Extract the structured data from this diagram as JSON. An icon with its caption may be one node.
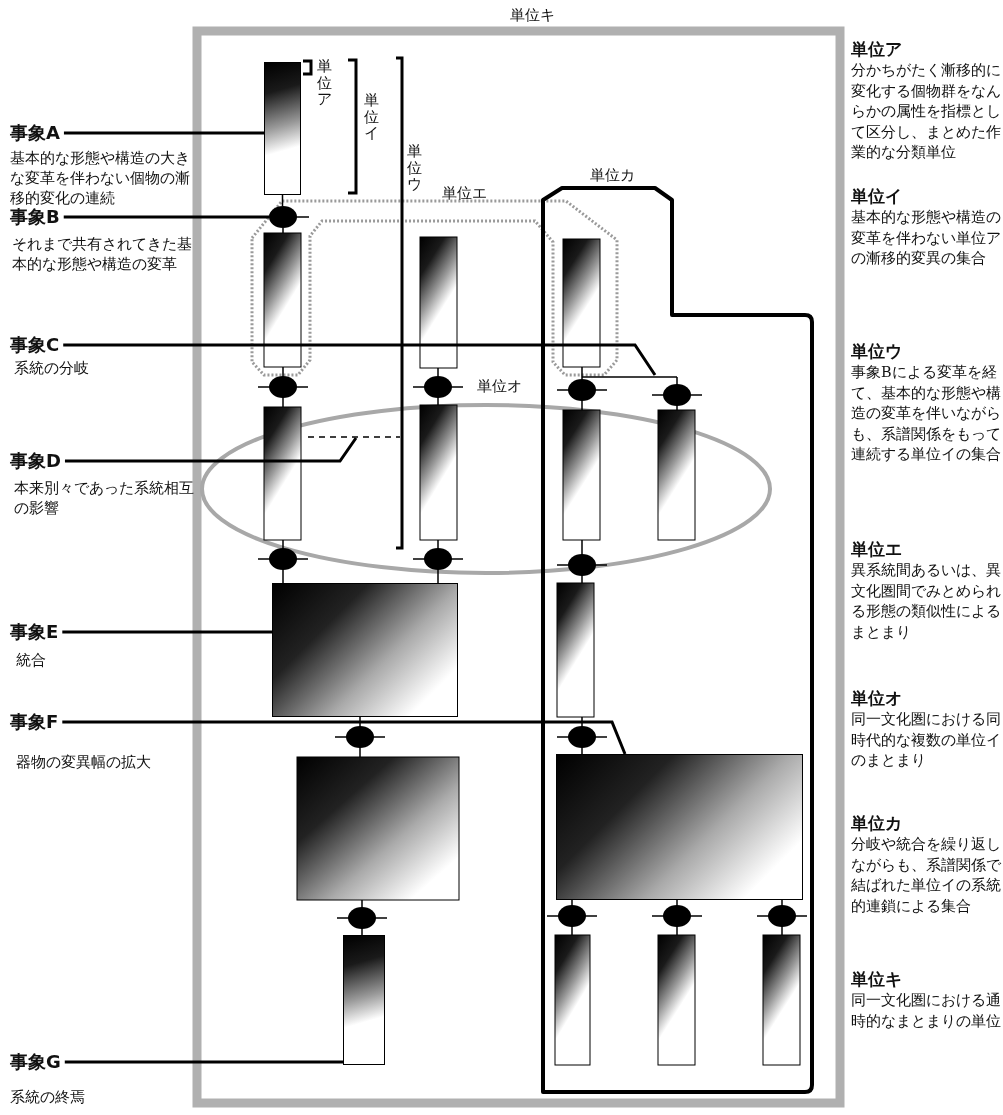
{
  "diagram": {
    "nodes": [
      {
        "text": [
          "事象A"
        ],
        "beside": [
          "基本的な形態や構造の大きな変革を伴わない個物の漸移的変化の連続"
        ]
      },
      {
        "text": [
          "事象B"
        ],
        "beside": [
          "それまで共有されてきた基本的な形態や構造の変革"
        ]
      },
      {
        "text": [
          "事象C"
        ],
        "beside": [
          "系統の分岐"
        ]
      },
      {
        "text": [
          "事象D"
        ],
        "beside": [
          "本来別々であった系統相互の影響"
        ]
      },
      {
        "text": [
          "事象E"
        ],
        "beside": [
          "統合"
        ]
      },
      {
        "text": [
          "事象F"
        ],
        "beside": [
          "器物の変異幅の拡大"
        ]
      },
      {
        "text": [
          "事象G"
        ],
        "beside": [
          "系統の終焉"
        ]
      },
      {
        "text": [],
        "shape": "bar"
      },
      {
        "text": [],
        "shape": "ellipse"
      },
      {
        "text": [],
        "shape": "box"
      },
      {
        "text": [],
        "shape": "box"
      },
      {
        "text": [],
        "shape": "bar"
      }
    ],
    "edges": [
      {
        "from": 0,
        "to": 7,
        "arrow": "none"
      },
      {
        "from": 1,
        "to": 8,
        "arrow": "none"
      },
      {
        "from": 2,
        "to": null,
        "arrow": "none"
      },
      {
        "from": 3,
        "to": null,
        "arrow": "none"
      },
      {
        "from": 4,
        "to": 9,
        "arrow": "none"
      },
      {
        "from": 5,
        "to": 10,
        "arrow": "none"
      },
      {
        "from": 6,
        "to": 11,
        "arrow": "none"
      },
      {
        "from": 7,
        "to": 8,
        "arrow": "none"
      }
    ],
    "labels": [
      "単位キ",
      "単位ア",
      "単位イ",
      "単位ウ",
      "単位エ",
      "単位カ",
      "単位オ",
      "単位ア",
      "分かちがたく漸移的に変化する個物群をなんらかの属性を指標として区分し、まとめた作業的な分類単位",
      "単位イ",
      "基本的な形態や構造の変革を伴わない単位アの漸移的変異の集合",
      "単位ウ",
      "事象Bによる変革を経て、基本的な形態や構造の変革を伴いながらも、系譜関係をもって連続する単位イの集合",
      "単位エ",
      "異系統間あるいは、異文化圏間でみとめられる形態の類似性によるまとまり",
      "単位オ",
      "同一文化圏における同時代的な複数の単位イのまとまり",
      "単位カ",
      "分岐や統合を繰り返しながらも、系譜関係で結ばれた単位イの系統的連鎖による集合",
      "単位キ",
      "同一文化圏における通時的なまとまりの単位"
    ]
  }
}
